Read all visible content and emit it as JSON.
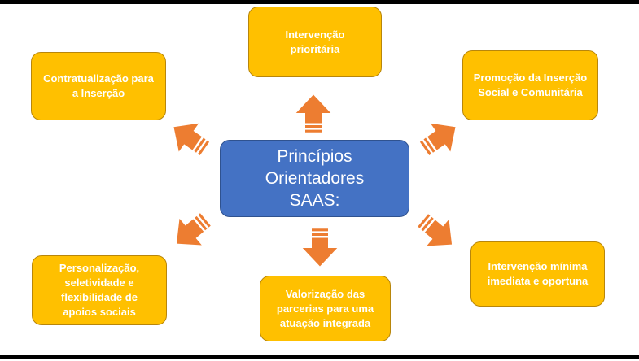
{
  "center": {
    "label": "Princípios\nOrientadores\nSAAS:"
  },
  "nodes": [
    {
      "id": "top",
      "label": "Intervenção\nprioritária"
    },
    {
      "id": "top-left",
      "label": "Contratualização para\na Inserção"
    },
    {
      "id": "top-right",
      "label": "Promoção da Inserção\nSocial e Comunitária"
    },
    {
      "id": "bottom-left",
      "label": "Personalização,\nseletividade e\nflexibilidade de\napoios sociais"
    },
    {
      "id": "bottom",
      "label": "Valorização das\nparcerias para uma\natuação integrada"
    },
    {
      "id": "bottom-right",
      "label": "Intervenção mínima\nimediata e oportuna"
    }
  ],
  "colors": {
    "box_fill": "#ffc000",
    "center_fill": "#4472c4",
    "arrow_fill": "#ed7d31"
  }
}
